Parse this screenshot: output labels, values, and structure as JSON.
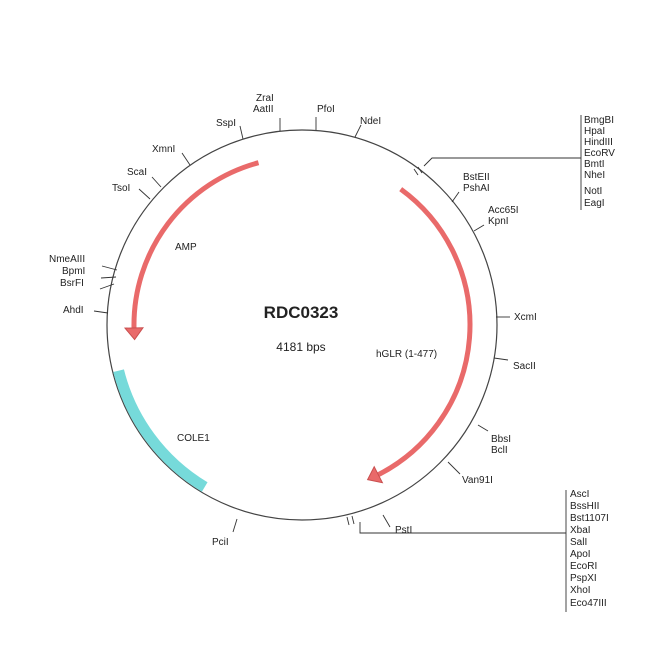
{
  "plasmid": {
    "name": "RDC0323",
    "size": "4181 bps"
  },
  "colors": {
    "backbone": "#444444",
    "gene": "#e96a6a",
    "gene_stroke": "#c94f4f",
    "ori": "#76dada",
    "ori_stroke": "#5bc4c4",
    "mcs": "#333333"
  },
  "sites": [
    {
      "id": "zrai",
      "label": "ZraI"
    },
    {
      "id": "aatii",
      "label": "AatII"
    },
    {
      "id": "pfoi",
      "label": "PfoI"
    },
    {
      "id": "ndei",
      "label": "NdeI"
    },
    {
      "id": "bsteii",
      "label": "BstEII"
    },
    {
      "id": "pshai",
      "label": "PshAI"
    },
    {
      "id": "acc65i",
      "label": "Acc65I"
    },
    {
      "id": "kpni",
      "label": "KpnI"
    },
    {
      "id": "xcmi",
      "label": "XcmI"
    },
    {
      "id": "sacii",
      "label": "SacII"
    },
    {
      "id": "bbsi",
      "label": "BbsI"
    },
    {
      "id": "bcli",
      "label": "BclI"
    },
    {
      "id": "van91i",
      "label": "Van91I"
    },
    {
      "id": "psti",
      "label": "PstI"
    },
    {
      "id": "pcii",
      "label": "PciI"
    },
    {
      "id": "ahdi",
      "label": "AhdI"
    },
    {
      "id": "nmeaiii",
      "label": "NmeAIII"
    },
    {
      "id": "bpmi",
      "label": "BpmI"
    },
    {
      "id": "bsrfi",
      "label": "BsrFI"
    },
    {
      "id": "tsoi",
      "label": "TsoI"
    },
    {
      "id": "scai",
      "label": "ScaI"
    },
    {
      "id": "xmni",
      "label": "XmnI"
    },
    {
      "id": "sspi",
      "label": "SspI"
    }
  ],
  "mcs_top": [
    "BmgBI",
    "HpaI",
    "HindIII",
    "EcoRV",
    "BmtI",
    "NheI",
    "NotI",
    "EagI"
  ],
  "mcs_bottom": [
    "AscI",
    "BssHII",
    "Bst1107I",
    "XbaI",
    "SalI",
    "ApoI",
    "EcoRI",
    "PspXI",
    "XhoI",
    "Eco47III"
  ],
  "features": {
    "amp": "AMP",
    "hglr": "hGLR (1-477)",
    "cole1": "COLE1"
  }
}
